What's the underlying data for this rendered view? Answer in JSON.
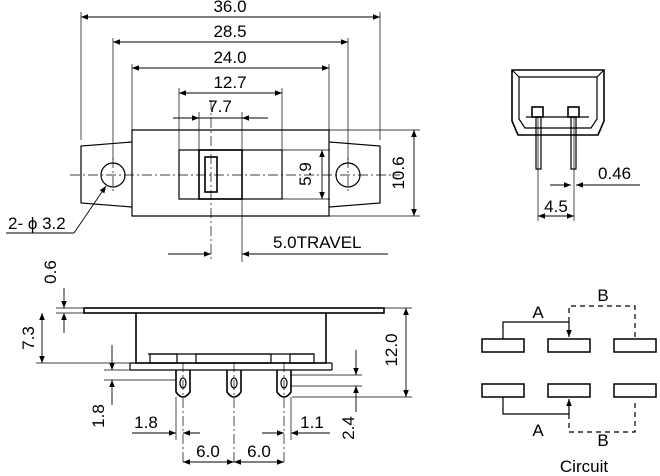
{
  "dimensions": {
    "overall_length": "36.0",
    "mount_hole_pitch": "28.5",
    "housing_length": "24.0",
    "slot_length": "12.7",
    "actuator_width": "7.7",
    "housing_height": "5.9",
    "flange_height": "10.6",
    "mount_holes": "2- ϕ 3.2",
    "travel": "5.0TRAVEL",
    "pin_thickness": "0.46",
    "pin_spacing_side": "4.5",
    "plate_thickness": "0.6",
    "housing_depth": "7.3",
    "overall_height": "12.0",
    "pin_offset_left": "1.8",
    "pin_offset_left_h": "1.8",
    "pin_pitch_left": "6.0",
    "pin_pitch_right": "6.0",
    "pin_offset_right": "1.1",
    "pin_length": "2.4"
  },
  "circuit": {
    "title": "Circuit",
    "label_a_top": "A",
    "label_b_top": "B",
    "label_a_bottom": "A",
    "label_b_bottom": "B"
  }
}
